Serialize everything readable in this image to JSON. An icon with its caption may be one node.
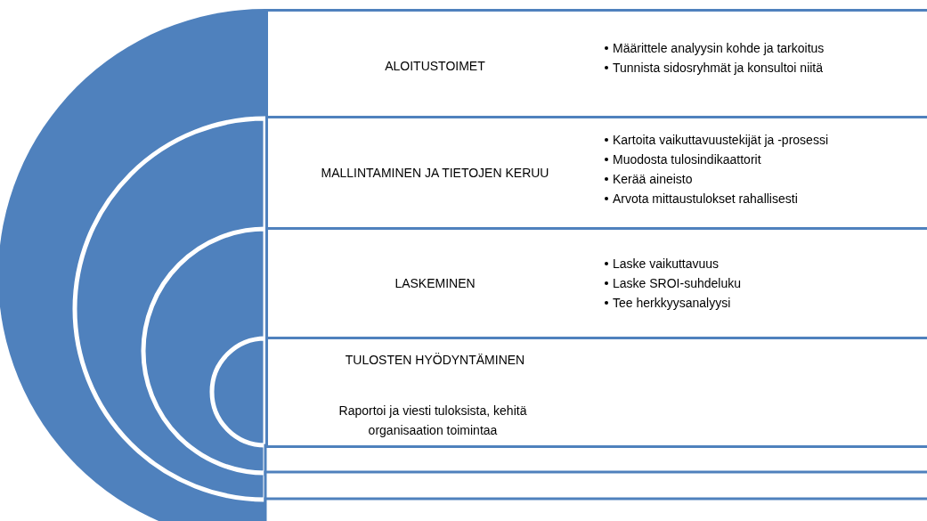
{
  "diagram": {
    "nodes": [
      {
        "text": [
          "ALOITUSTOIMET",
          "Määrittele analyysin kohde ja tarkoitus",
          "Tunnista sidosryhmät ja konsultoi niitä"
        ]
      },
      {
        "text": [
          "MALLINTAMINEN JA TIETOJEN KERUU",
          "Kartoita vaikuttavuustekijät ja -prosessi",
          "Muodosta tulosindikaattorit",
          "Kerää aineisto",
          "Arvota mittaustulokset rahallisesti"
        ]
      },
      {
        "text": [
          "LASKEMINEN",
          "Laske vaikuttavuus",
          "Laske SROI-suhdeluku",
          "Tee herkkyysanalyysi"
        ]
      },
      {
        "text": [
          "TULOSTEN HYÖDYNTÄMINEN",
          "Raportoi ja viesti tuloksista, kehitä organisaation toimintaa"
        ]
      }
    ]
  }
}
